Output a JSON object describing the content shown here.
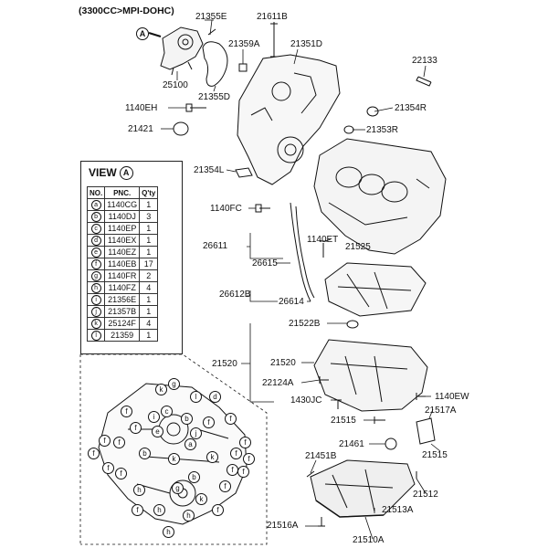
{
  "header": {
    "engine_spec": "(3300CC>MPI-DOHC)"
  },
  "view_marker": "A",
  "view": {
    "title": "VIEW",
    "marker": "A",
    "columns": [
      "NO.",
      "PNC.",
      "Q'ty"
    ],
    "rows": [
      {
        "no": "a",
        "pnc": "1140CG",
        "qty": "1"
      },
      {
        "no": "b",
        "pnc": "1140DJ",
        "qty": "3"
      },
      {
        "no": "c",
        "pnc": "1140EP",
        "qty": "1"
      },
      {
        "no": "d",
        "pnc": "1140EX",
        "qty": "1"
      },
      {
        "no": "e",
        "pnc": "1140EZ",
        "qty": "1"
      },
      {
        "no": "f",
        "pnc": "1140EB",
        "qty": "17"
      },
      {
        "no": "g",
        "pnc": "1140FR",
        "qty": "2"
      },
      {
        "no": "h",
        "pnc": "1140FZ",
        "qty": "4"
      },
      {
        "no": "i",
        "pnc": "21356E",
        "qty": "1"
      },
      {
        "no": "j",
        "pnc": "21357B",
        "qty": "1"
      },
      {
        "no": "k",
        "pnc": "25124F",
        "qty": "4"
      },
      {
        "no": "l",
        "pnc": "21359",
        "qty": "1"
      }
    ]
  },
  "part_labels": [
    "21355E",
    "21611B",
    "21359A",
    "21351D",
    "25100",
    "21355D",
    "22133",
    "1140EH",
    "21354R",
    "21421",
    "21353R",
    "21354L",
    "1140FC",
    "1140ET",
    "26611",
    "21525",
    "26615",
    "26612B",
    "26614",
    "21522B",
    "21520",
    "21520",
    "22124A",
    "1430JC",
    "1140EW",
    "21515",
    "21517A",
    "21461",
    "21515",
    "21451B",
    "21512",
    "21513A",
    "21516A",
    "21510A"
  ],
  "callouts": [
    "g",
    "k",
    "l",
    "d",
    "c",
    "i",
    "b",
    "e",
    "j",
    "a",
    "f",
    "f",
    "f",
    "f",
    "f",
    "f",
    "f",
    "f",
    "f",
    "f",
    "f",
    "f",
    "f",
    "f",
    "f",
    "f",
    "f",
    "h",
    "h",
    "h",
    "h",
    "b",
    "b",
    "g",
    "k",
    "k",
    "k"
  ]
}
